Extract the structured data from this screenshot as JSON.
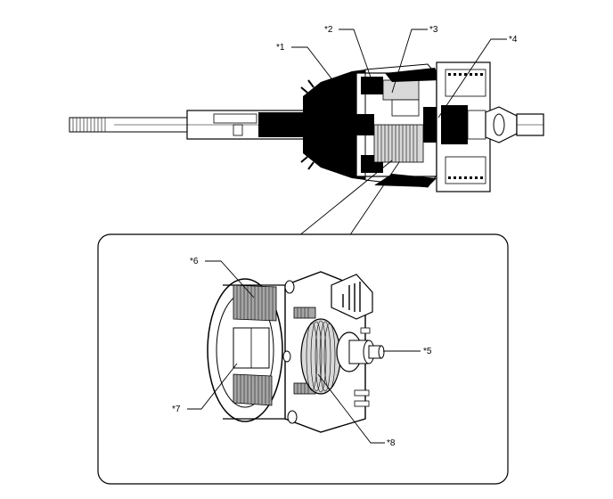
{
  "callouts": {
    "c1": "*1",
    "c2": "*2",
    "c3": "*3",
    "c4": "*4",
    "c5": "*5",
    "c6": "*6",
    "c7": "*7",
    "c8": "*8"
  },
  "colors": {
    "ink": "#000000",
    "body_gray": "#d9d9d9",
    "mid_gray": "#a6a6a6",
    "background": "#ffffff"
  }
}
